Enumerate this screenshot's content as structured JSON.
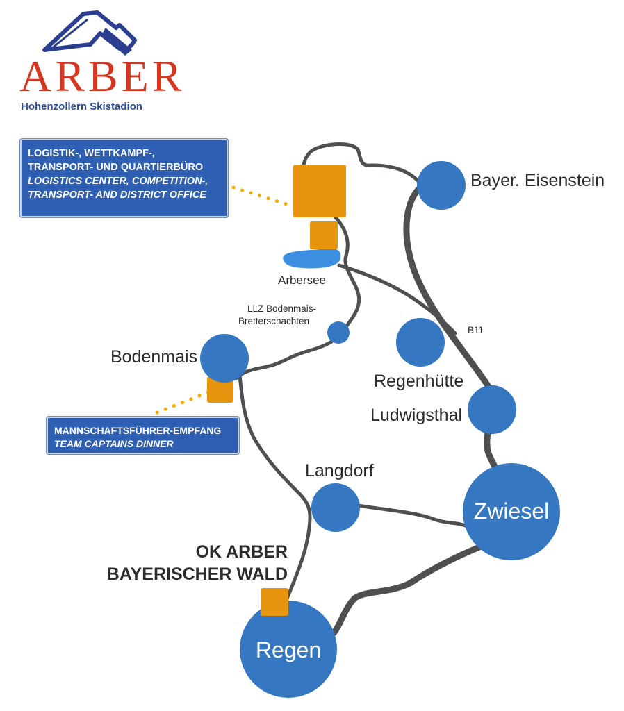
{
  "logo": {
    "wordmark": "ARBER",
    "subtitle": "Hohenzollern Skistadion",
    "colors": {
      "wordmark": "#d4361f",
      "subtitle": "#2f4e97",
      "icon": "#2b3e8f"
    }
  },
  "info_boxes": {
    "logistics": {
      "line1": "LOGISTIK-, WETTKAMPF-,",
      "line2": "TRANSPORT- UND QUARTIERBÜRO",
      "line3": "LOGISTICS CENTER, COMPETITION-,",
      "line4": "TRANSPORT- AND DISTRICT OFFICE"
    },
    "captains": {
      "line1": "MANNSCHAFTSFÜHRER-EMPFANG",
      "line2": "TEAM CAPTAINS DINNER"
    }
  },
  "places": {
    "bayer_eisenstein": "Bayer. Eisenstein",
    "arbersee": "Arbersee",
    "llz_line1": "LLZ Bodenmais-",
    "llz_line2": "Bretterschachten",
    "bodenmais": "Bodenmais",
    "regenhuette": "Regenhütte",
    "ludwigsthal": "Ludwigsthal",
    "langdorf": "Langdorf",
    "zwiesel": "Zwiesel",
    "regen": "Regen"
  },
  "road_label": "B11",
  "ok": {
    "line1": "OK ARBER",
    "line2": "BAYERISCHER WALD"
  },
  "colors": {
    "town": "#3677c2",
    "venue": "#e7950f",
    "lake": "#3c8ee0",
    "road": "#4d4f51",
    "box": "#2f5fb3",
    "leader_dots": "#f2a900"
  }
}
